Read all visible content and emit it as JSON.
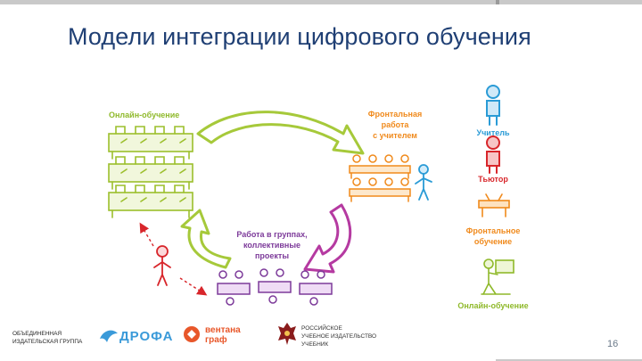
{
  "slide": {
    "title": "Модели интеграции цифрового обучения",
    "page_number": "16"
  },
  "diagram": {
    "online_label": "Онлайн-обучение",
    "frontal_label": [
      "Фронтальная",
      "работа",
      "с учителем"
    ],
    "groups_label": [
      "Работа в группах,",
      "коллективные",
      "проекты"
    ]
  },
  "legend": {
    "teacher": "Учитель",
    "tutor": "Тьютор",
    "frontal": [
      "Фронтальное",
      "обучение"
    ],
    "online": "Онлайн-обучение"
  },
  "footer": {
    "group_name": [
      "ОБЪЕДИНЕННАЯ",
      "ИЗДАТЕЛЬСКАЯ ГРУППА"
    ],
    "drofa": "ДРОФА",
    "ventana": [
      "вентана",
      "граф"
    ],
    "russian_textbook": [
      "РОССИЙСКОЕ",
      "УЧЕБНОЕ ИЗДАТЕЛЬСТВО",
      "УЧЕБНИК"
    ]
  },
  "colors": {
    "title": "#1f3f74",
    "online_green": "#8fb92a",
    "frontal_orange": "#f08a1c",
    "groups_purple": "#7d3b9a",
    "arrow_red": "#d8262b",
    "teacher_blue": "#2a9bd6",
    "tutor_red": "#d8262b",
    "drofa_blue": "#3a9ad9",
    "ventana_orange": "#e8572a"
  }
}
